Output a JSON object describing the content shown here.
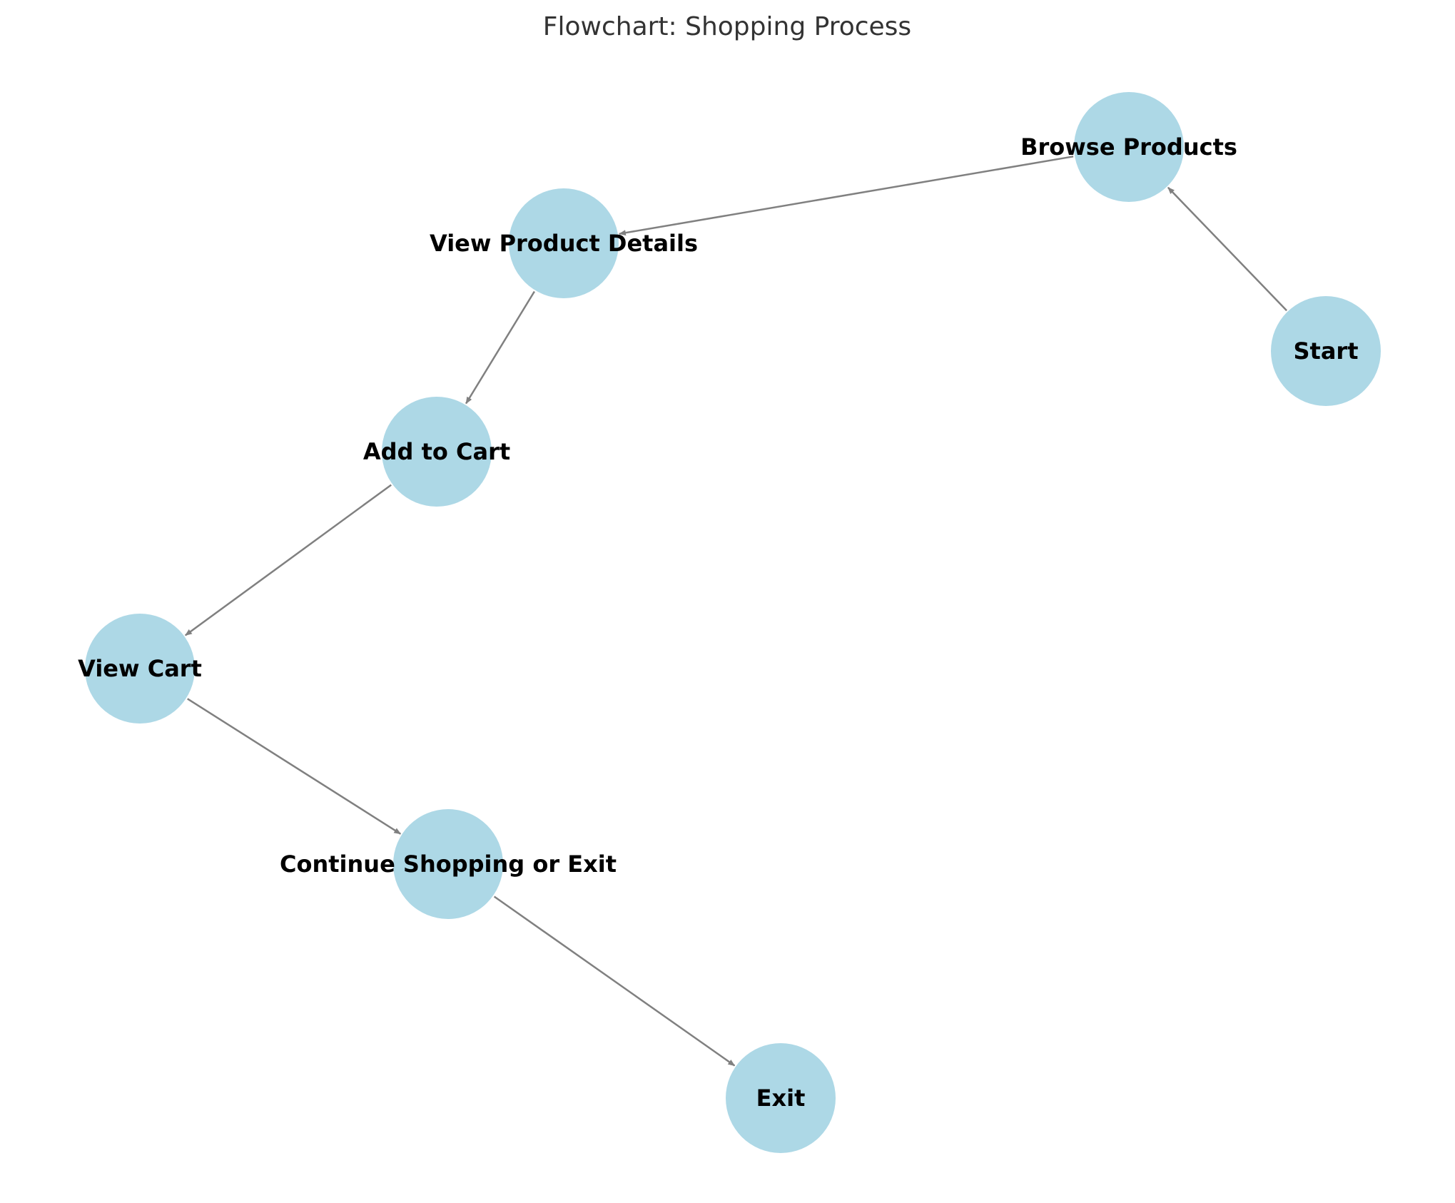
{
  "title": "Flowchart: Shopping Process",
  "colors": {
    "node_fill": "#add8e6",
    "edge": "#808080",
    "label": "#000000",
    "title": "#333333",
    "background": "#ffffff"
  },
  "nodes": [
    {
      "id": "start",
      "label": "Start"
    },
    {
      "id": "browse",
      "label": "Browse Products"
    },
    {
      "id": "details",
      "label": "View Product Details"
    },
    {
      "id": "add",
      "label": "Add to Cart"
    },
    {
      "id": "cart",
      "label": "View Cart"
    },
    {
      "id": "continue",
      "label": "Continue Shopping or Exit"
    },
    {
      "id": "exit",
      "label": "Exit"
    }
  ],
  "edges": [
    {
      "from": "start",
      "to": "browse"
    },
    {
      "from": "browse",
      "to": "details"
    },
    {
      "from": "details",
      "to": "add"
    },
    {
      "from": "add",
      "to": "cart"
    },
    {
      "from": "cart",
      "to": "continue"
    },
    {
      "from": "continue",
      "to": "exit"
    }
  ]
}
